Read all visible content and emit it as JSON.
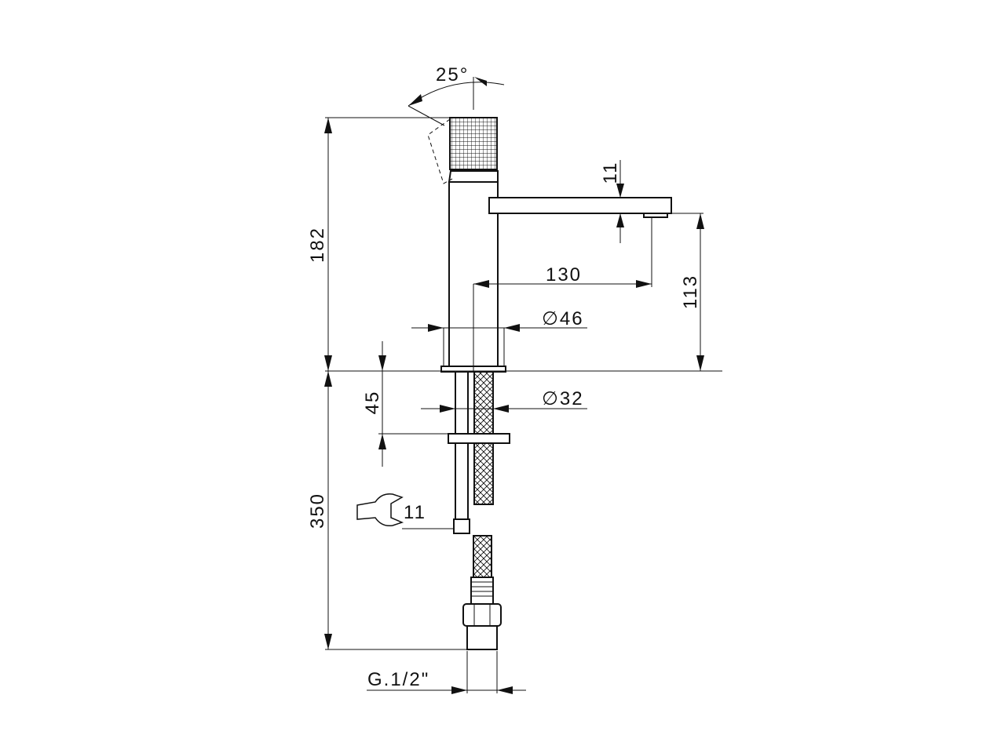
{
  "drawing": {
    "colors": {
      "line": "#111111",
      "background": "#ffffff"
    },
    "dimensions": {
      "handle_rotation": "25°",
      "total_height": "182",
      "spout_thickness": "11",
      "spout_reach": "130",
      "spout_height": "113",
      "body_diameter": "∅46",
      "shank_diameter": "∅32",
      "shank_length": "45",
      "hose_length": "350",
      "wrench_size": "11",
      "connection_thread": "G.1/2\""
    },
    "icons": {
      "wrench": "wrench-icon"
    }
  }
}
